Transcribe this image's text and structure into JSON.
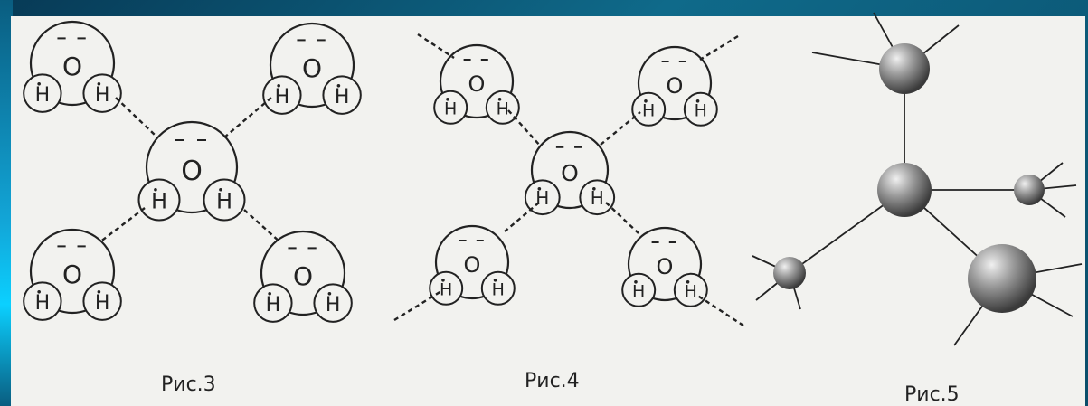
{
  "figures": {
    "fig3": {
      "caption": "Рис.3"
    },
    "fig4": {
      "caption": "Рис.4"
    },
    "fig5": {
      "caption": "Рис.5"
    }
  },
  "atoms": {
    "oxygen": "O",
    "hydrogen": "H"
  },
  "colors": {
    "background": "#0b4f6c",
    "panel": "#f2f2ef",
    "ink": "#222222",
    "sphere": "#8a8a8a"
  }
}
